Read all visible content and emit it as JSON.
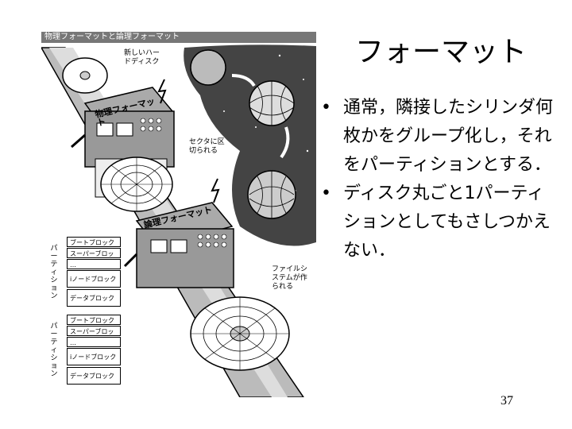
{
  "slide": {
    "title": "フォーマット",
    "bullets": [
      "通常，隣接したシリンダ何枚かをグループ化し，それをパーティションとする．",
      "ディスク丸ごと1パーティションとしてもさしつかえない．"
    ],
    "bullet_symbol": "•",
    "page_number": "37"
  },
  "illustration": {
    "header": "物理フォーマットと論理フォーマット",
    "label_new_disk": "新しいハードディスク",
    "label_physical_format": "物理フォーマット",
    "label_sectors": "セクタに区切られる",
    "label_logical_format": "論理フォーマット",
    "label_filesystem": "ファイルシステムが作られる",
    "partition_label": "パーティション",
    "partition1_blocks": [
      "ブートブロック",
      "スーパーブロック",
      "…",
      "iノードブロック",
      "データブロック"
    ],
    "partition2_blocks": [
      "ブートブロック",
      "スーパーブロック",
      "…",
      "iノードブロック",
      "データブロック"
    ]
  }
}
